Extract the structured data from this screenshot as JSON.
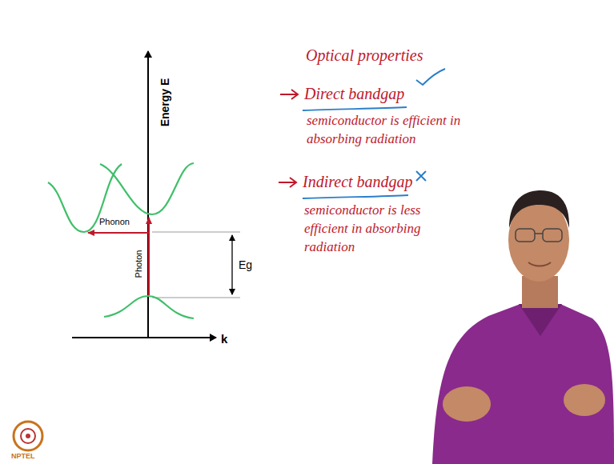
{
  "diagram": {
    "labels": [
      "Optical properties",
      "Direct bandgap",
      "semiconductor is efficient in absorbing radiation",
      "Indirect bandgap",
      "semiconductor is less efficient in absorbing radiation",
      "Energy E",
      "Phonon",
      "Photon",
      "Eg",
      "k",
      "NPTEL"
    ]
  }
}
